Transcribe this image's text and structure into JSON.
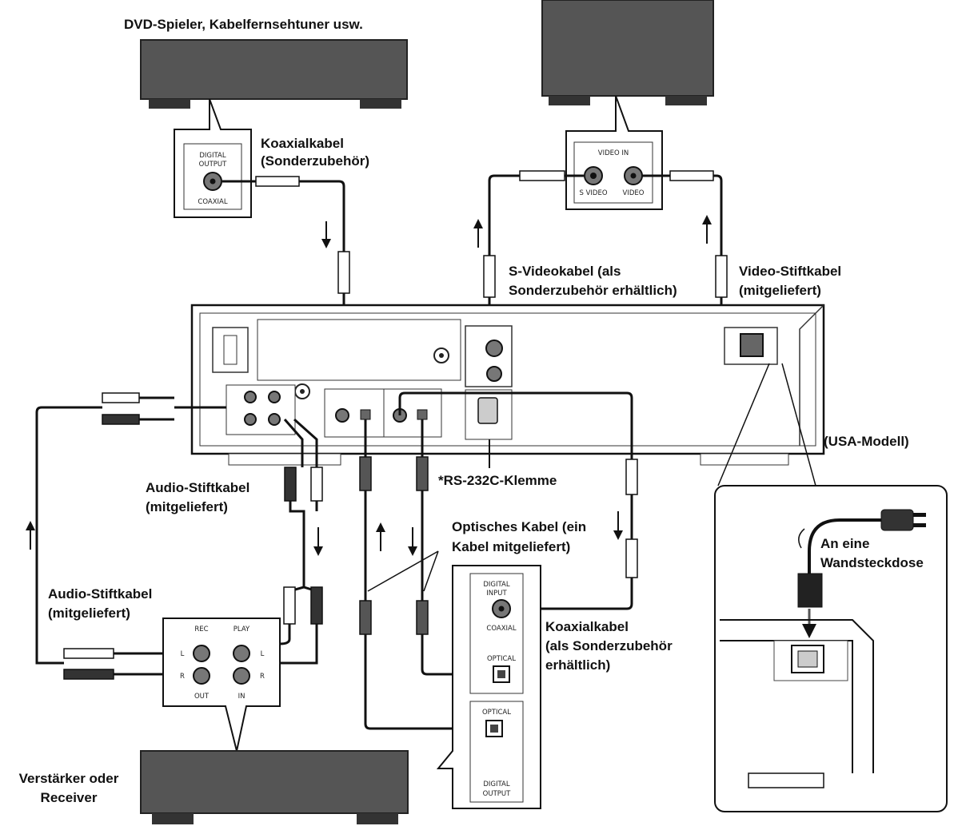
{
  "devices": {
    "source_top_left": "DVD-Spieler, Kabelfernsehtuner usw.",
    "amplifier": [
      "Verstärker oder",
      "Receiver"
    ],
    "usa_model": "(USA-Modell)"
  },
  "panels": {
    "coax_out": {
      "line1": "DIGITAL",
      "line2": "OUTPUT",
      "bottom": "COAXIAL"
    },
    "video_in": {
      "title": "VIDEO IN",
      "svideo": "S VIDEO",
      "video": "VIDEO"
    },
    "rec_play": {
      "rec": "REC",
      "play": "PLAY",
      "out": "OUT",
      "in": "IN",
      "l": "L",
      "r": "R"
    },
    "digital_in": {
      "line1": "DIGITAL",
      "line2": "INPUT",
      "coaxial": "COAXIAL",
      "optical": "OPTICAL"
    },
    "digital_out": {
      "optical": "OPTICAL",
      "line1": "DIGITAL",
      "line2": "OUTPUT"
    }
  },
  "labels": {
    "coax_top": [
      "Koaxialkabel",
      "(Sonderzubehör)"
    ],
    "svideo_cable": [
      "S-Videokabel (als",
      "Sonderzubehör erhältlich)"
    ],
    "video_cable": [
      "Video-Stiftkabel",
      "(mitgeliefert)"
    ],
    "audio_cable_1": [
      "Audio-Stiftkabel",
      "(mitgeliefert)"
    ],
    "rs232": "*RS-232C-Klemme",
    "optical_cable": [
      "Optisches Kabel (ein",
      "Kabel mitgeliefert)"
    ],
    "audio_cable_2": [
      "Audio-Stiftkabel",
      "(mitgeliefert)"
    ],
    "coax_bottom": [
      "Koaxialkabel",
      "(als Sonderzubehör",
      "erhältlich)"
    ],
    "wall_outlet": [
      "An eine",
      "Wandsteckdose"
    ]
  }
}
